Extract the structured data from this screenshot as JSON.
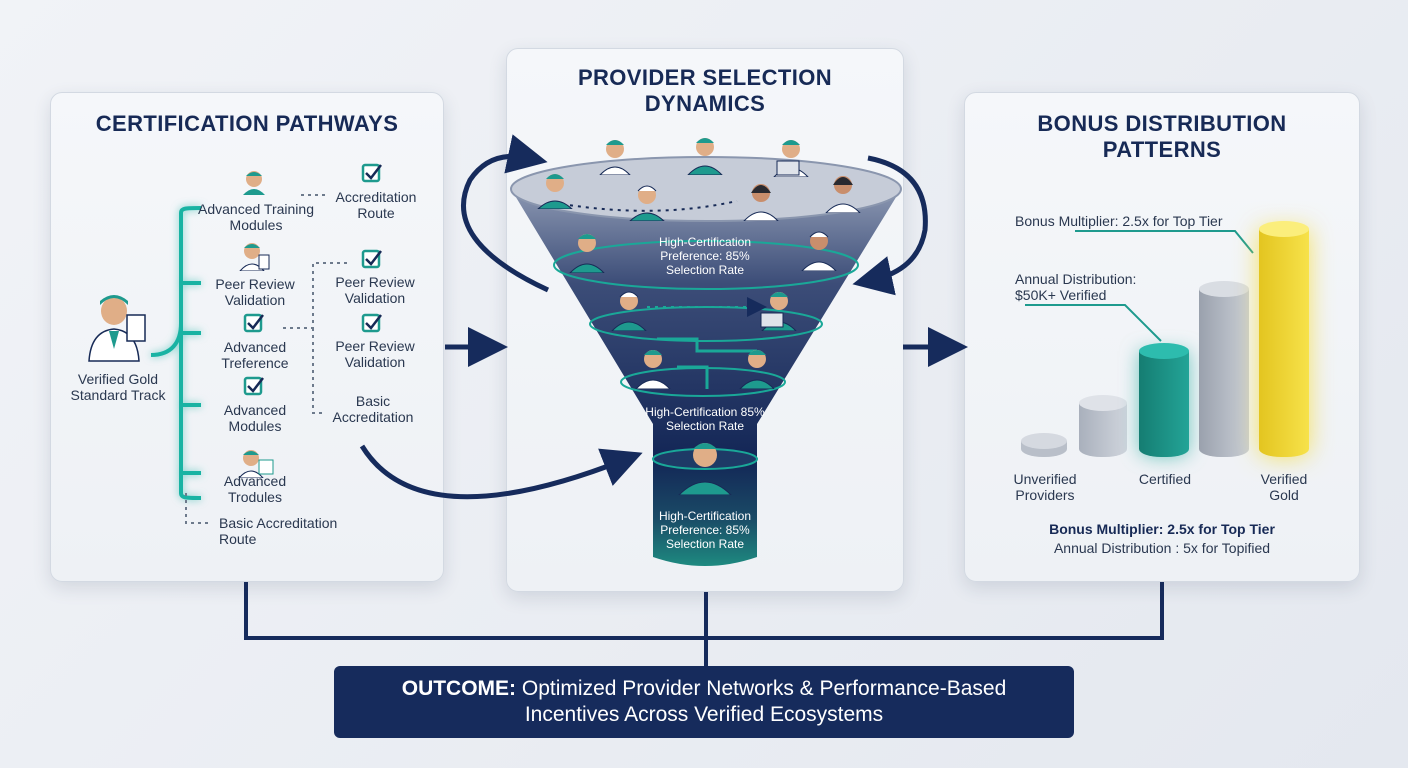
{
  "left_panel": {
    "title": "CERTIFICATION PATHWAYS",
    "main_node": "Verified Gold Standard Track",
    "branches": [
      "Advanced Training Modules",
      "Peer Review Validation",
      "Advanced Treference",
      "Advanced Modules",
      "Advanced Trodules",
      "Basic Accreditation Route"
    ],
    "secondary": [
      "Accreditation Route",
      "Peer Review Validation",
      "Peer Review Validation",
      "Basic Accreditation"
    ]
  },
  "center_panel": {
    "title": "PROVIDER SELECTION DYNAMICS",
    "funnel_text_1": "High-Certification Preference: 85% Selection Rate",
    "funnel_text_2": "High-Certification 85% Selection Rate",
    "funnel_text_3": "High-Certification Preference: 85% Selection Rate"
  },
  "right_panel": {
    "title": "BONUS DISTRIBUTION PATTERNS",
    "callout_1": "Bonus Multiplier: 2.5x for Top Tier",
    "callout_2": "Annual Distribution: $50K+ Verified",
    "bar_labels": [
      "Unverified Providers",
      "Certified",
      "Verified Gold"
    ],
    "footer_1": "Bonus Multiplier: 2.5x for Top Tier",
    "footer_2": "Annual Distribution : 5x for Topified"
  },
  "outcome": {
    "lead": "OUTCOME:",
    "text": "Optimized Provider Networks & Performance-Based Incentives Across Verified Ecosystems"
  },
  "colors": {
    "navy": "#162b5c",
    "teal": "#1e9a8e",
    "gold": "#f1d63a",
    "grey": "#b9bfc9"
  }
}
